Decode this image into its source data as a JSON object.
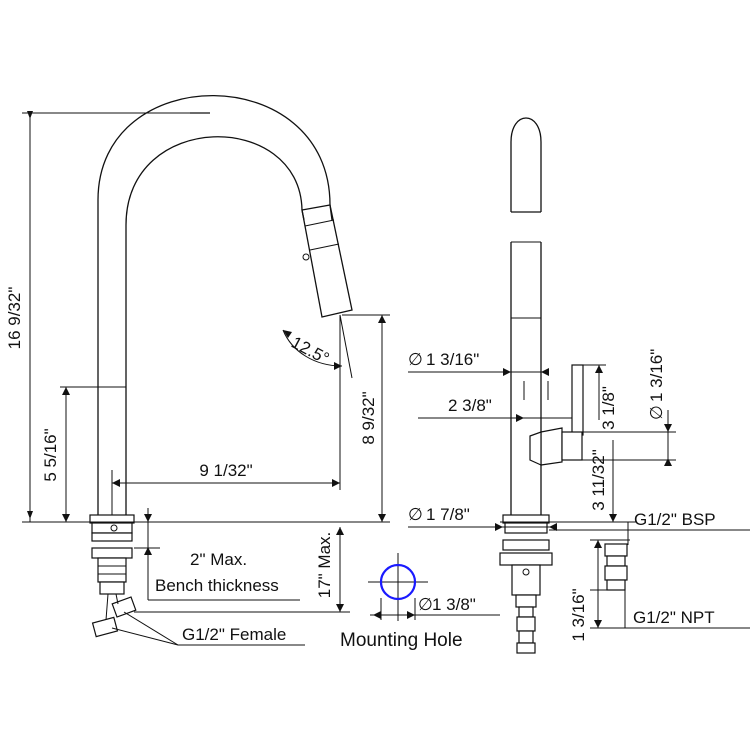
{
  "dimensions": {
    "total_height": "16 9/32\"",
    "spout_outlet_height": "8 9/32\"",
    "base_height": "5 5/16\"",
    "spout_reach": "9 1/32\"",
    "spray_angle": "12.5°",
    "body_diameter": "1 3/16\"",
    "handle_offset": "2 3/8\"",
    "handle_diameter": "1 3/16\"",
    "handle_height": "3 1/8\"",
    "handle_base_height": "3 11/32\"",
    "shank_diameter": "1 7/8\"",
    "hole_diameter": "1 3/8\"",
    "hose_length": "17\" Max.",
    "connector_length": "1 3/16\""
  },
  "labels": {
    "bench_max": "2\" Max.",
    "bench_thickness": "Bench thickness",
    "female_thread": "G1/2\" Female",
    "bsp_thread": "G1/2\" BSP",
    "npt_thread": "G1/2\" NPT",
    "mounting_hole": "Mounting Hole"
  },
  "colors": {
    "line": "#111111",
    "mounting_hole_circle": "#1a1aff"
  }
}
